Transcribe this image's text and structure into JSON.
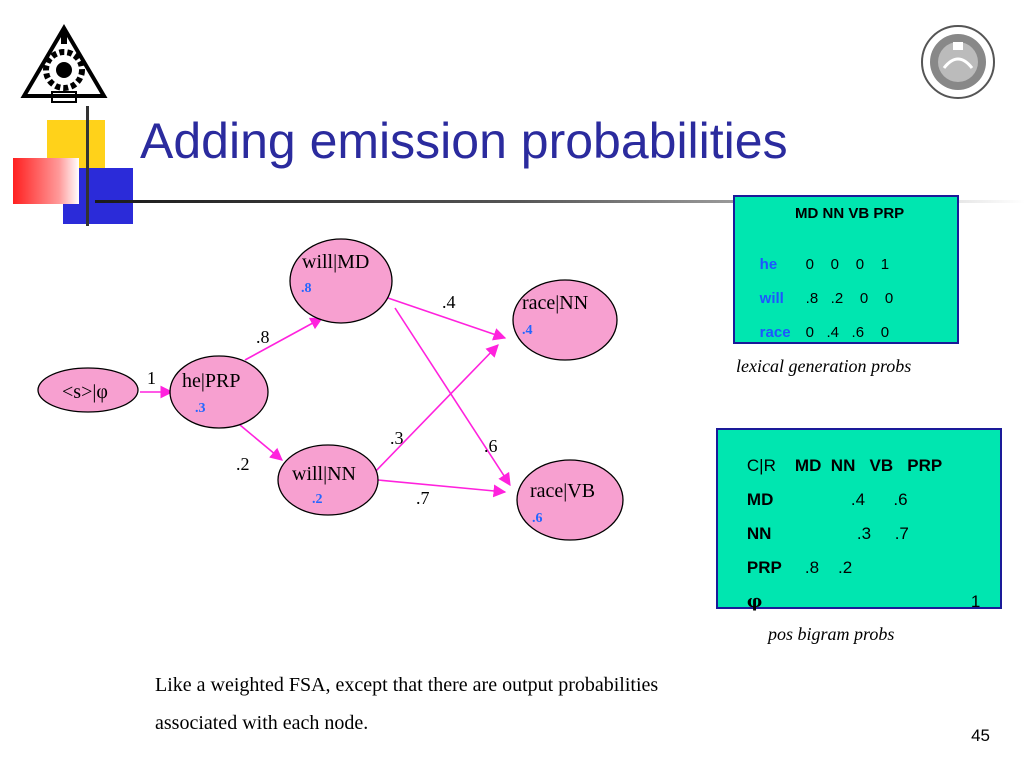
{
  "slide": {
    "title": "Adding emission probabilities",
    "body_text": "Like a weighted FSA, except that there are output probabilities associated with each node.",
    "slide_number": "45"
  },
  "diagram": {
    "nodes": {
      "start": {
        "label": "<s>|φ",
        "prob": ""
      },
      "he_prp": {
        "label": "he|PRP",
        "prob": ".3"
      },
      "will_md": {
        "label": "will|MD",
        "prob": ".8"
      },
      "will_nn": {
        "label": "will|NN",
        "prob": ".2"
      },
      "race_nn": {
        "label": "race|NN",
        "prob": ".4"
      },
      "race_vb": {
        "label": "race|VB",
        "prob": ".6"
      }
    },
    "edges": {
      "start_he": "1",
      "he_willmd": ".8",
      "he_willnn": ".2",
      "willmd_racenn": ".4",
      "willmd_racevb": ".6",
      "willnn_racenn": ".3",
      "willnn_racevb": ".7"
    }
  },
  "lexical_table": {
    "header": "MD NN VB PRP",
    "rows": [
      {
        "word": "he",
        "values": "0    0    0    1"
      },
      {
        "word": "will",
        "values": ".8   .2    0    0"
      },
      {
        "word": "race",
        "values": "0   .4   .6    0"
      }
    ],
    "caption": "lexical generation probs"
  },
  "bigram_table": {
    "corner": "C|R",
    "header": "MD  NN   VB   PRP",
    "rows": [
      {
        "label": "MD",
        "values": ".4      .6"
      },
      {
        "label": "NN",
        "values": ".3     .7"
      },
      {
        "label": "PRP",
        "values": ".8    .2"
      },
      {
        "label": "φ",
        "values": "1"
      }
    ],
    "caption": "pos bigram probs"
  },
  "colors": {
    "title": "#2b2b9e",
    "node_fill": "#f7a0d0",
    "edge": "#ff22dd",
    "prob_text": "#2266ff",
    "table_fill": "#00e6b0",
    "table_border": "#1a1a99"
  },
  "icons": [
    "university-gear-logo-icon",
    "university-seal-logo-icon"
  ]
}
